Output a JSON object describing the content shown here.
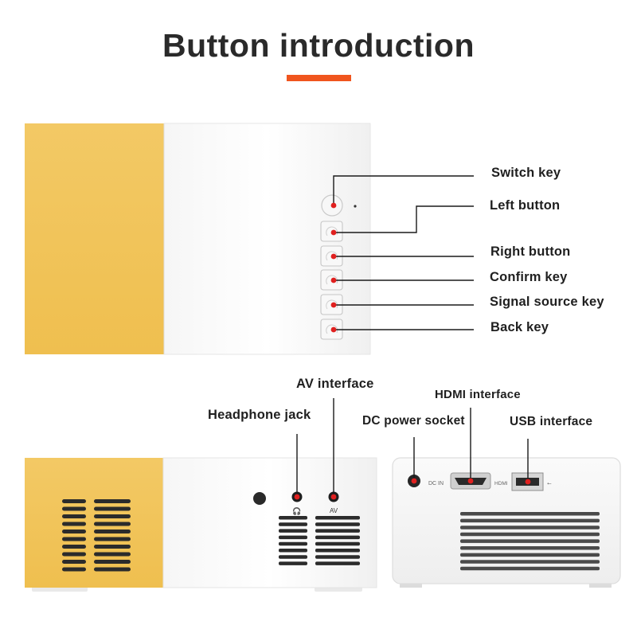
{
  "title": "Button introduction",
  "colors": {
    "accent": "#f0551e",
    "yellow": "#f2c55a",
    "marker": "#e0201f"
  },
  "top_labels": [
    "Switch key",
    "Left button",
    "Right button",
    "Confirm key",
    "Signal source key",
    "Back key"
  ],
  "bottom_labels": {
    "av": "AV interface",
    "headphone": "Headphone jack",
    "hdmi": "HDMI interface",
    "dc": "DC power socket",
    "usb": "USB interface"
  },
  "device_marks": {
    "av": "AV",
    "dc": "DC IN",
    "hdmi": "HDMI"
  }
}
